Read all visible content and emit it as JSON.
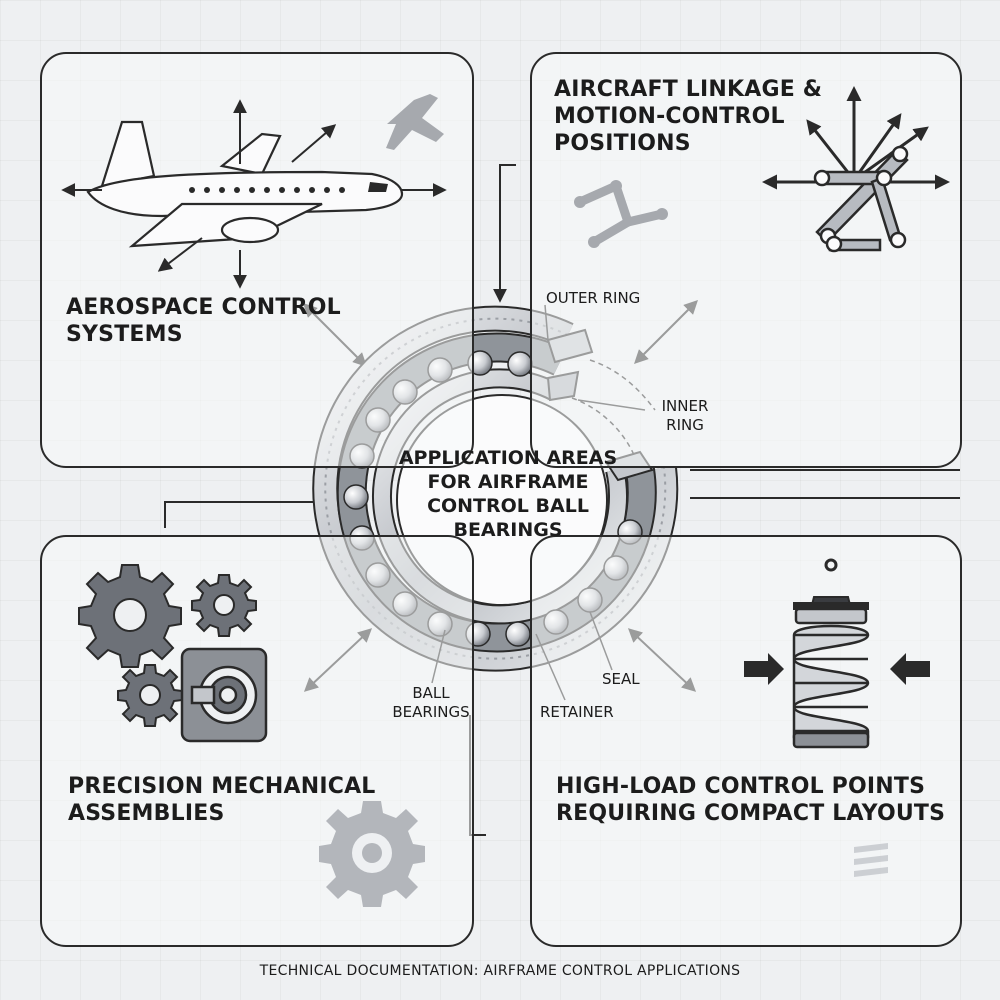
{
  "center": {
    "title": "APPLICATION AREAS FOR AIRFRAME CONTROL BALL BEARINGS"
  },
  "panels": {
    "top_left": {
      "title": "AEROSPACE CONTROL SYSTEMS"
    },
    "top_right": {
      "title": "AIRCRAFT LINKAGE & MOTION-CONTROL POSITIONS"
    },
    "bottom_left": {
      "title": "PRECISION MECHANICAL ASSEMBLIES"
    },
    "bottom_right": {
      "title": "HIGH-LOAD CONTROL POINTS REQUIRING COMPACT LAYOUTS"
    }
  },
  "bearing_labels": {
    "outer_ring": "OUTER RING",
    "inner_ring": "INNER RING",
    "seal": "SEAL",
    "retainer": "RETAINER",
    "ball_bearings": "BALL BEARINGS"
  },
  "footer": "TECHNICAL DOCUMENTATION: AIRFRAME CONTROL APPLICATIONS",
  "colors": {
    "line": "#2a2a2a",
    "metal_light": "#e4e6e9",
    "metal_mid": "#a9adb3",
    "metal_dark": "#6d7178",
    "ghost": "#a6a9ae"
  },
  "icons": [
    "airplane-icon",
    "airplane-ghost-icon",
    "linkage-icon",
    "linkage-ghost-icon",
    "gear-cluster-icon",
    "gear-ghost-icon",
    "compression-spring-icon",
    "ball-bearing-cutaway"
  ]
}
